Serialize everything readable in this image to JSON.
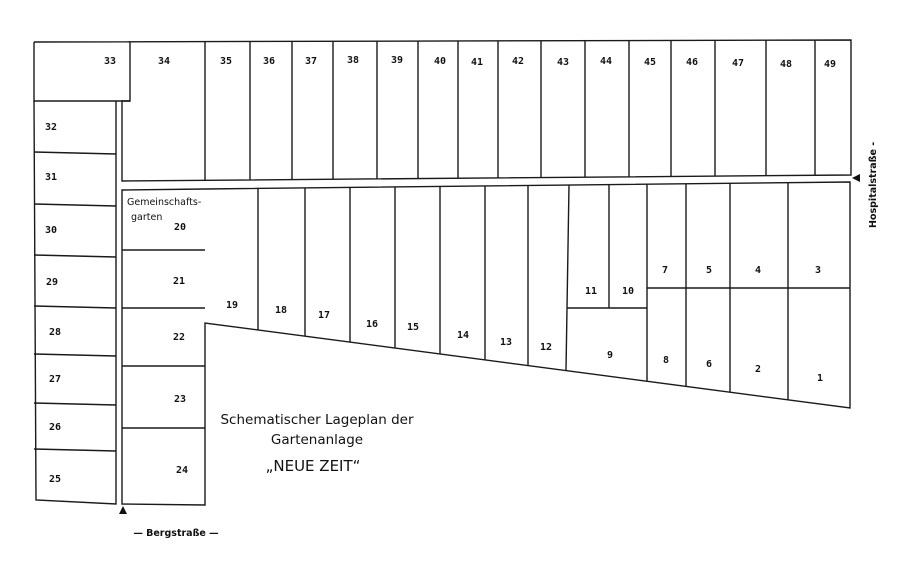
{
  "plots": [
    "1",
    "2",
    "3",
    "4",
    "5",
    "6",
    "7",
    "8",
    "9",
    "10",
    "11",
    "12",
    "13",
    "14",
    "15",
    "16",
    "17",
    "18",
    "19",
    "20",
    "21",
    "22",
    "23",
    "24",
    "25",
    "26",
    "27",
    "28",
    "29",
    "30",
    "31",
    "32",
    "33",
    "34",
    "35",
    "36",
    "37",
    "38",
    "39",
    "40",
    "41",
    "42",
    "43",
    "44",
    "45",
    "46",
    "47",
    "48",
    "49"
  ],
  "community_garden": {
    "line1": "Gemeinschafts-",
    "line2": "garten"
  },
  "title": {
    "line1": "Schematischer Lageplan der",
    "line2": "Gartenanlage",
    "line3": "„NEUE ZEIT“"
  },
  "streets": {
    "right": "Hospitalstraße -",
    "bottom": "— Bergstraße —"
  }
}
